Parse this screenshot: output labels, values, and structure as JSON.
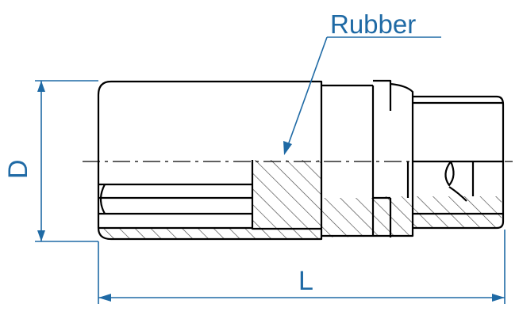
{
  "labels": {
    "rubber": "Rubber",
    "diameter": "D",
    "length": "L"
  },
  "colors": {
    "outline": "#000000",
    "dimension": "#1f6aa5",
    "hatch": "#444444",
    "background": "#ffffff"
  }
}
